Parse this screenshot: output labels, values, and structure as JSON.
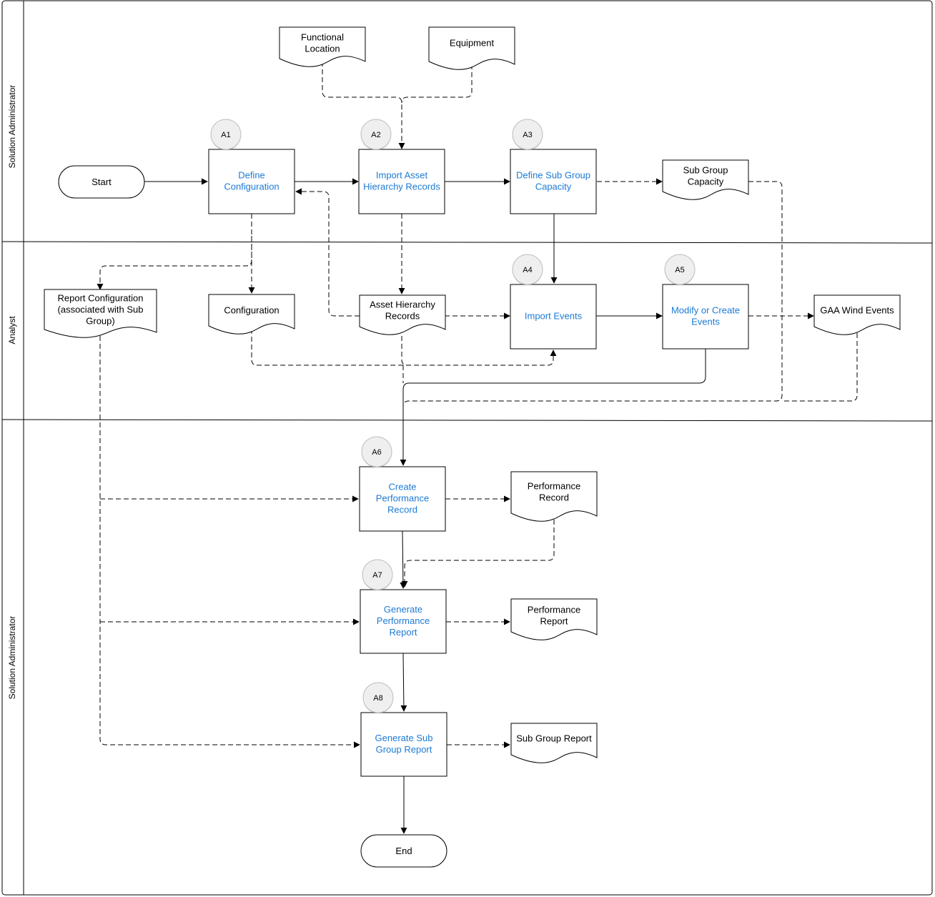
{
  "colors": {
    "activity_text": "#1c7ad4",
    "text": "#000000",
    "line": "#000000",
    "badge_fill": "#efefef"
  },
  "lanes": {
    "top": "Solution Administrator",
    "middle": "Analyst",
    "bottom": "Solution Administrator"
  },
  "terminals": {
    "start": "Start",
    "end": "End"
  },
  "activities": {
    "a1": {
      "badge": "A1",
      "lines": [
        "Define",
        "Configuration"
      ]
    },
    "a2": {
      "badge": "A2",
      "lines": [
        "Import Asset",
        "Hierarchy Records"
      ]
    },
    "a3": {
      "badge": "A3",
      "lines": [
        "Define Sub Group",
        "Capacity"
      ]
    },
    "a4": {
      "badge": "A4",
      "lines": [
        "Import Events"
      ]
    },
    "a5": {
      "badge": "A5",
      "lines": [
        "Modify or Create",
        "Events"
      ]
    },
    "a6": {
      "badge": "A6",
      "lines": [
        "Create",
        "Performance",
        "Record"
      ]
    },
    "a7": {
      "badge": "A7",
      "lines": [
        "Generate",
        "Performance",
        "Report"
      ]
    },
    "a8": {
      "badge": "A8",
      "lines": [
        "Generate Sub",
        "Group Report"
      ]
    }
  },
  "documents": {
    "functional_location": [
      "Functional",
      "Location"
    ],
    "equipment": [
      "Equipment"
    ],
    "sub_group_capacity": [
      "Sub Group",
      "Capacity"
    ],
    "report_configuration": [
      "Report Configuration",
      "(associated with Sub",
      "Group)"
    ],
    "configuration": [
      "Configuration"
    ],
    "asset_hierarchy_records": [
      "Asset Hierarchy",
      "Records"
    ],
    "gaa_wind_events": [
      "GAA Wind Events"
    ],
    "performance_record": [
      "Performance",
      "Record"
    ],
    "performance_report": [
      "Performance",
      "Report"
    ],
    "sub_group_report": [
      "Sub Group Report"
    ]
  }
}
